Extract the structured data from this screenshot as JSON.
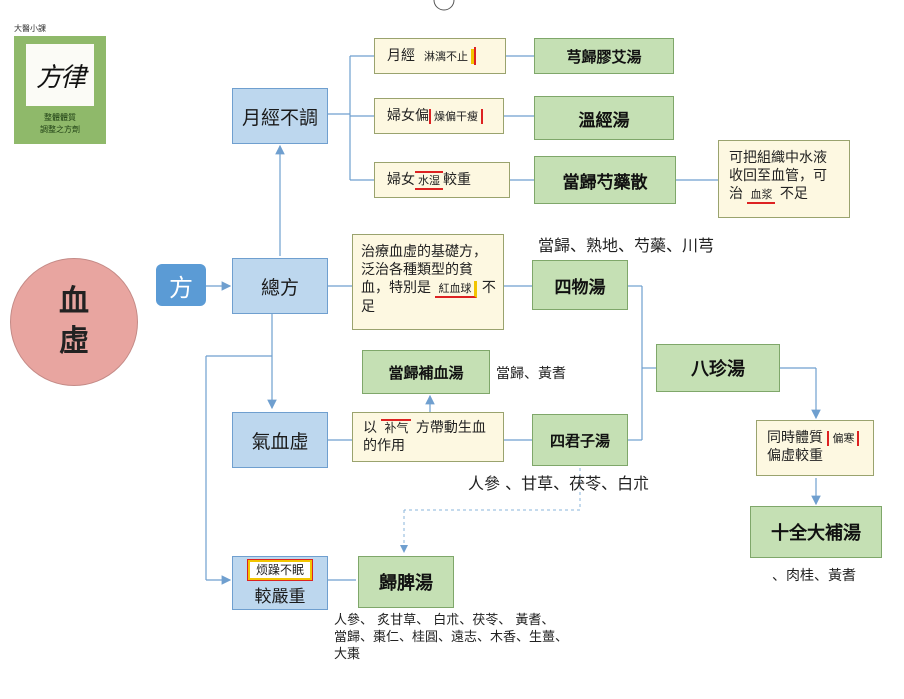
{
  "logo": {
    "small_caption": "大醫小課",
    "calligraphy": "方律",
    "caption_lines": [
      "整體體質",
      "調整之方劑"
    ]
  },
  "main_circle": {
    "lines": [
      "血",
      "虛"
    ]
  },
  "fang_tag": "方",
  "categories": {
    "yuejing": "月經不調",
    "zongfang": "總方",
    "qixue": "氣血虛",
    "jiaoyan": "較嚴重"
  },
  "conditions": {
    "yuejing_linli": {
      "text": "月經",
      "tag": "淋漓不止"
    },
    "fu_pian": {
      "text": "婦女偏",
      "tag": "燥偏干瘦"
    },
    "fu_shi": {
      "text_before": "婦女",
      "tag": "水湿",
      "text_after": "較重"
    },
    "zhiliao": {
      "text": "治療血虛的基礎方，泛治各種類型的貧血，特別是",
      "tag": "紅血球",
      "tail": "不足"
    },
    "buqi": {
      "prefix": "以",
      "tag": "补气",
      "text": "方帶動生血的作用"
    },
    "tizhi": {
      "text_before": "同時體質",
      "tag": "偏寒",
      "text_after": "偏虛較重"
    },
    "fanzao": {
      "tag": "烦躁不眠"
    },
    "shui_note": {
      "line1": "可把組織中水液",
      "line2": "收回至血管，可",
      "line3_prefix": "治",
      "tag": "血浆",
      "line3_suffix": "不足"
    }
  },
  "formulas": {
    "xiongui": "芎歸膠艾湯",
    "wenjing": "溫經湯",
    "danggui_shaoyao": "當歸芍藥散",
    "siwu": "四物湯",
    "danggui_buxue": "當歸補血湯",
    "sijunzi": "四君子湯",
    "bazhen": "八珍湯",
    "shiquan": "十全大補湯",
    "guipi": "歸脾湯"
  },
  "ingredients": {
    "siwu": "當歸、熟地、芍藥、川芎",
    "buxue": "當歸、黃耆",
    "sijunzi": "人參 、甘草、茯苓、白朮",
    "shiquan": "、肉桂、黃耆",
    "guipi": [
      "人參、 炙甘草、 白朮、茯苓、 黃耆、",
      "當歸、棗仁、桂圓、遠志、木香、生薑、",
      "大棗"
    ]
  },
  "colors": {
    "blue_box": "#bdd7ee",
    "green_box": "#c5e0b4",
    "cream_box": "#fdf8e1",
    "circle": "#e8a5a0",
    "fang_tag": "#5b9bd5",
    "connector": "#6f9fcf",
    "highlight_red": "#d22",
    "highlight_yellow": "#f2c500"
  }
}
